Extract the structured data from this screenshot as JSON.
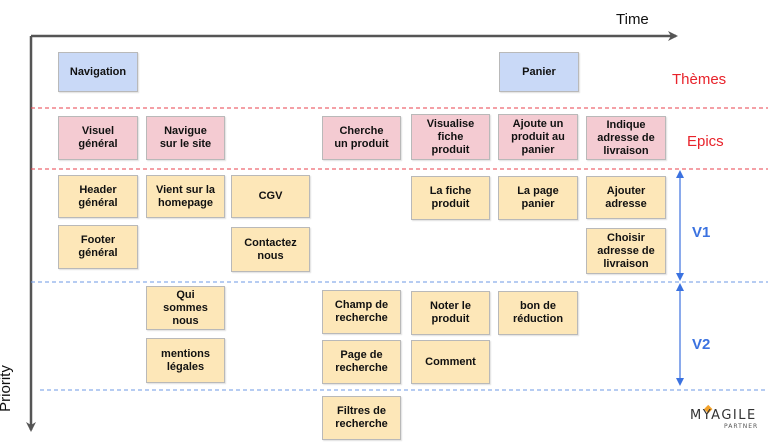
{
  "axes": {
    "x_label": "Time",
    "y_label": "Priority"
  },
  "bands": {
    "themes": "Thèmes",
    "epics": "Epics",
    "v1": "V1",
    "v2": "V2"
  },
  "colors": {
    "theme": "#c9d9f7",
    "epic": "#f4cbd2",
    "story": "#fde7b8",
    "band_red": "#e8232b",
    "band_blue": "#3b72e0",
    "divider_red": "#e8424c",
    "divider_blue": "#6e98e6",
    "arrow_blue": "#3b72e0",
    "axis": "#555555"
  },
  "themes": [
    "Navigation",
    "Panier"
  ],
  "epics": [
    "Visuel\ngénéral",
    "Navigue\nsur le site",
    "Cherche\nun produit",
    "Visualise\nfiche\nproduit",
    "Ajoute un\nproduit au\npanier",
    "Indique\nadresse de\nlivraison"
  ],
  "stories_v1": [
    "Header\ngénéral",
    "Vient sur la\nhomepage",
    "CGV",
    "La fiche\nproduit",
    "La page\npanier",
    "Ajouter\nadresse",
    "Footer\ngénéral",
    "Contactez\nnous",
    "Choisir\nadresse de\nlivraison"
  ],
  "stories_v2": [
    "Qui\nsommes\nnous",
    "Champ de\nrecherche",
    "Noter le\nproduit",
    "bon de\nréduction",
    "mentions\nlégales",
    "Page de\nrecherche",
    "Comment"
  ],
  "stories_later": [
    "Filtres de\nrecherche"
  ],
  "logo": {
    "main": "MYAGILE",
    "sub": "PARTNER"
  }
}
